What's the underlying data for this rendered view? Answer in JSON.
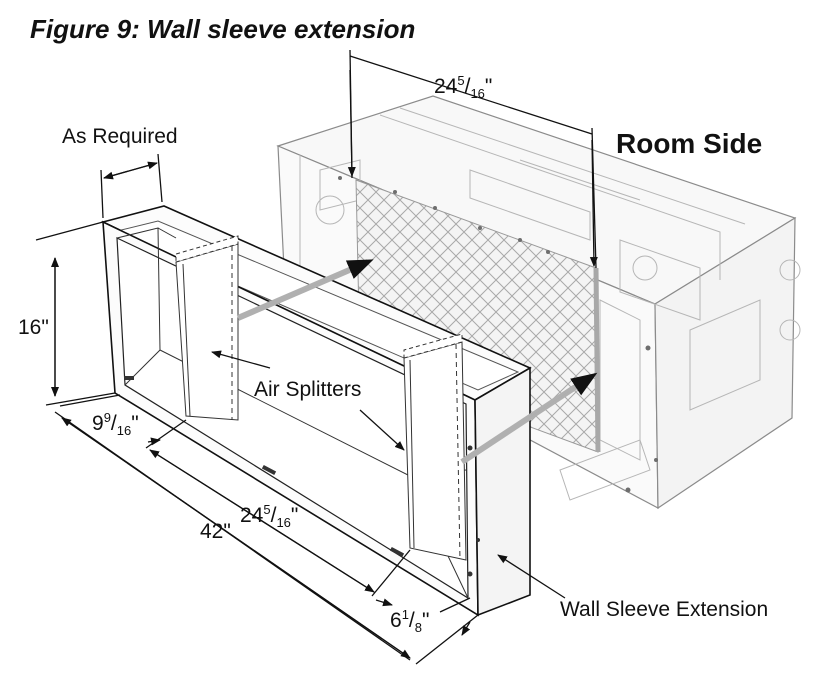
{
  "figure": {
    "title": "Figure 9: Wall sleeve extension",
    "labels": {
      "as_required": "As Required",
      "room_side": "Room Side",
      "air_splitters": "Air Splitters",
      "wall_sleeve_extension": "Wall Sleeve Extension"
    },
    "dimensions": {
      "height": "16\"",
      "overall_width": "42\"",
      "top_spacing": {
        "whole": "24",
        "num": "5",
        "den": "16",
        "unit": "\""
      },
      "splitter_spacing": {
        "whole": "24",
        "num": "5",
        "den": "16",
        "unit": "\""
      },
      "left_offset": {
        "whole": "9",
        "num": "9",
        "den": "16",
        "unit": "\""
      },
      "right_offset": {
        "whole": "6",
        "num": "1",
        "den": "8",
        "unit": "\""
      }
    }
  }
}
